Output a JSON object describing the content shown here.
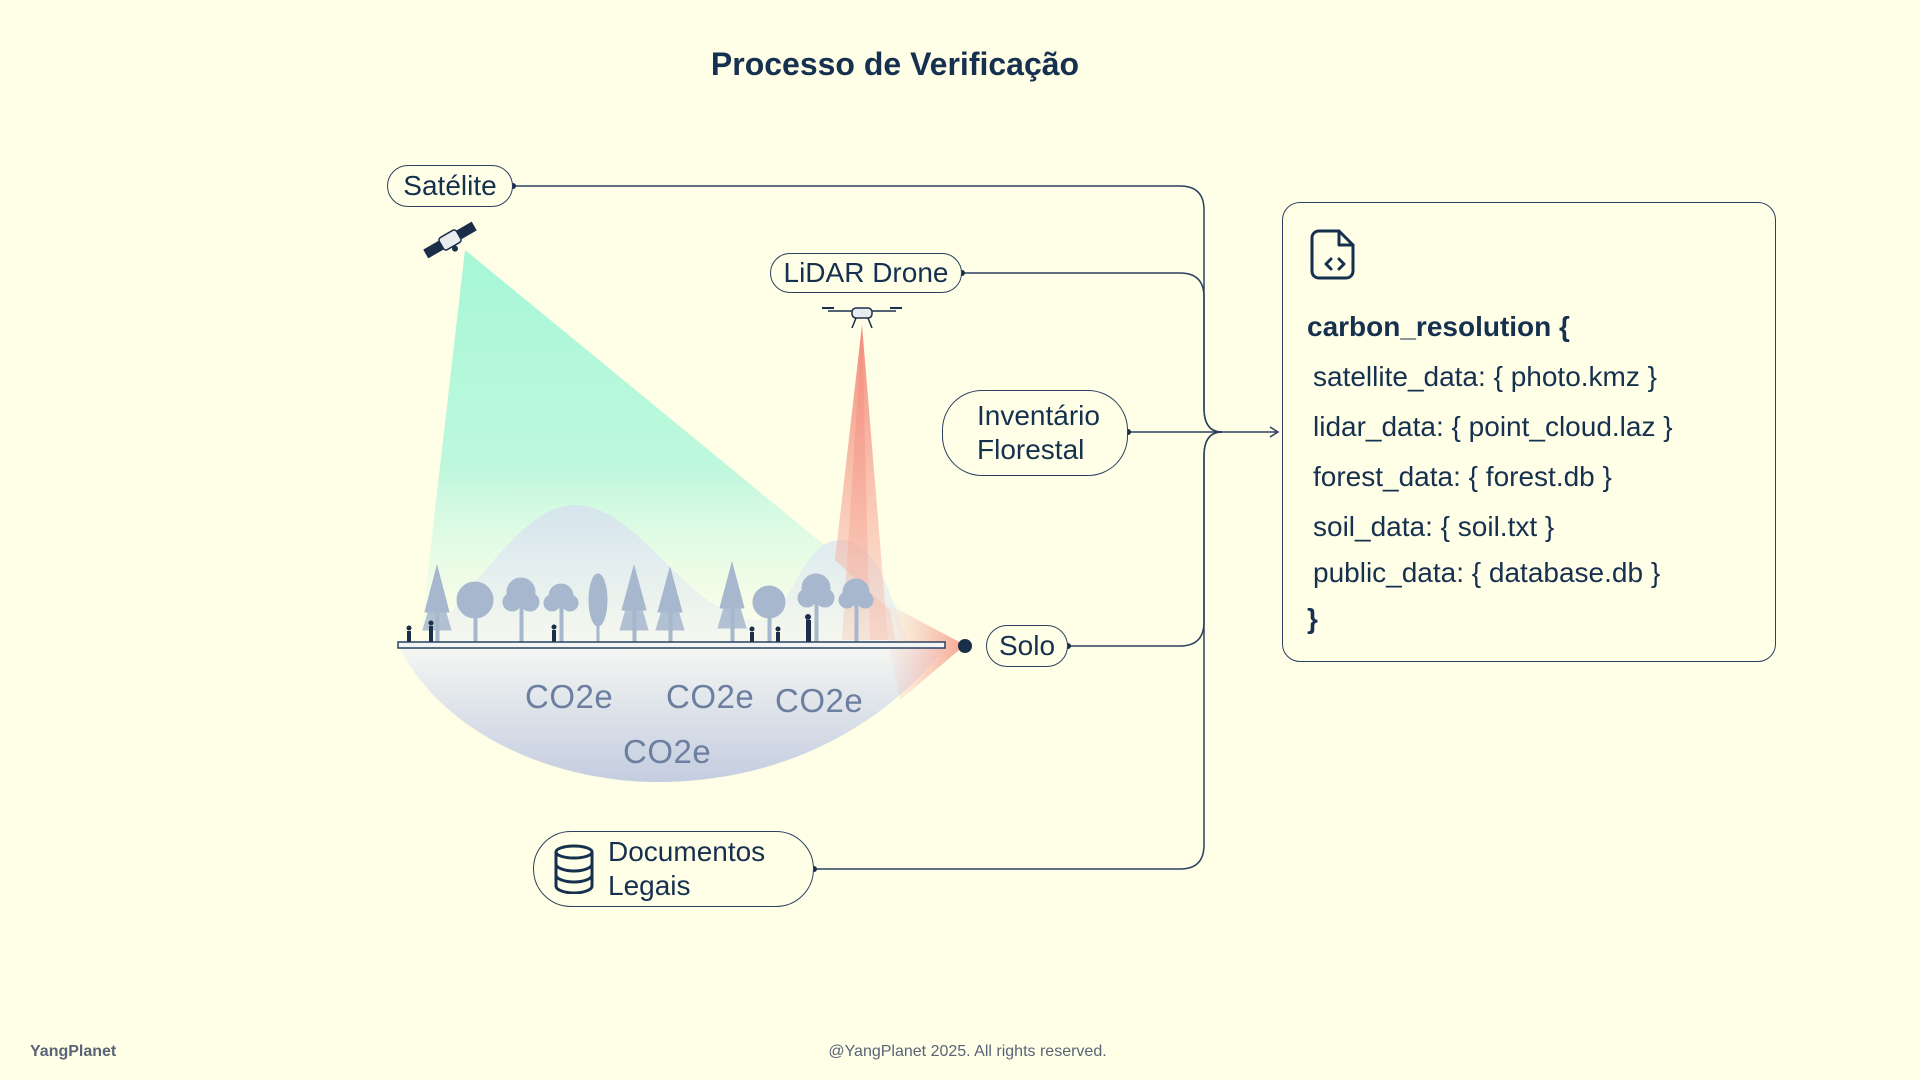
{
  "title": "Processo de Verificação",
  "sources": {
    "satellite": "Satélite",
    "lidar": "LiDAR Drone",
    "inventory": [
      "Inventário",
      "Florestal"
    ],
    "soil": "Solo",
    "documents": [
      "Documentos",
      "Legais"
    ]
  },
  "co2_labels": [
    "CO2e",
    "CO2e",
    "CO2e",
    "CO2e"
  ],
  "code": {
    "header": "carbon_resolution {",
    "lines": [
      "satellite_data: { photo.kmz }",
      "lidar_data: { point_cloud.laz }",
      "forest_data: { forest.db }",
      "soil_data: { soil.txt }",
      "public_data: { database.db }"
    ],
    "closing": "}"
  },
  "colors": {
    "background": "#FFFEE6",
    "ink": "#16304F",
    "satellite_beam": "#A6F7D6",
    "lidar_beam": "#F48C7C",
    "soil_fill": "#C9D2E3",
    "co2_text": "#6D7FA0"
  },
  "icons": {
    "code_file": "file-code-icon",
    "database": "database-icon",
    "satellite": "satellite-icon",
    "drone": "drone-icon"
  },
  "footer": {
    "brand": "YangPlanet",
    "copyright": "@YangPlanet 2025. All rights reserved."
  }
}
